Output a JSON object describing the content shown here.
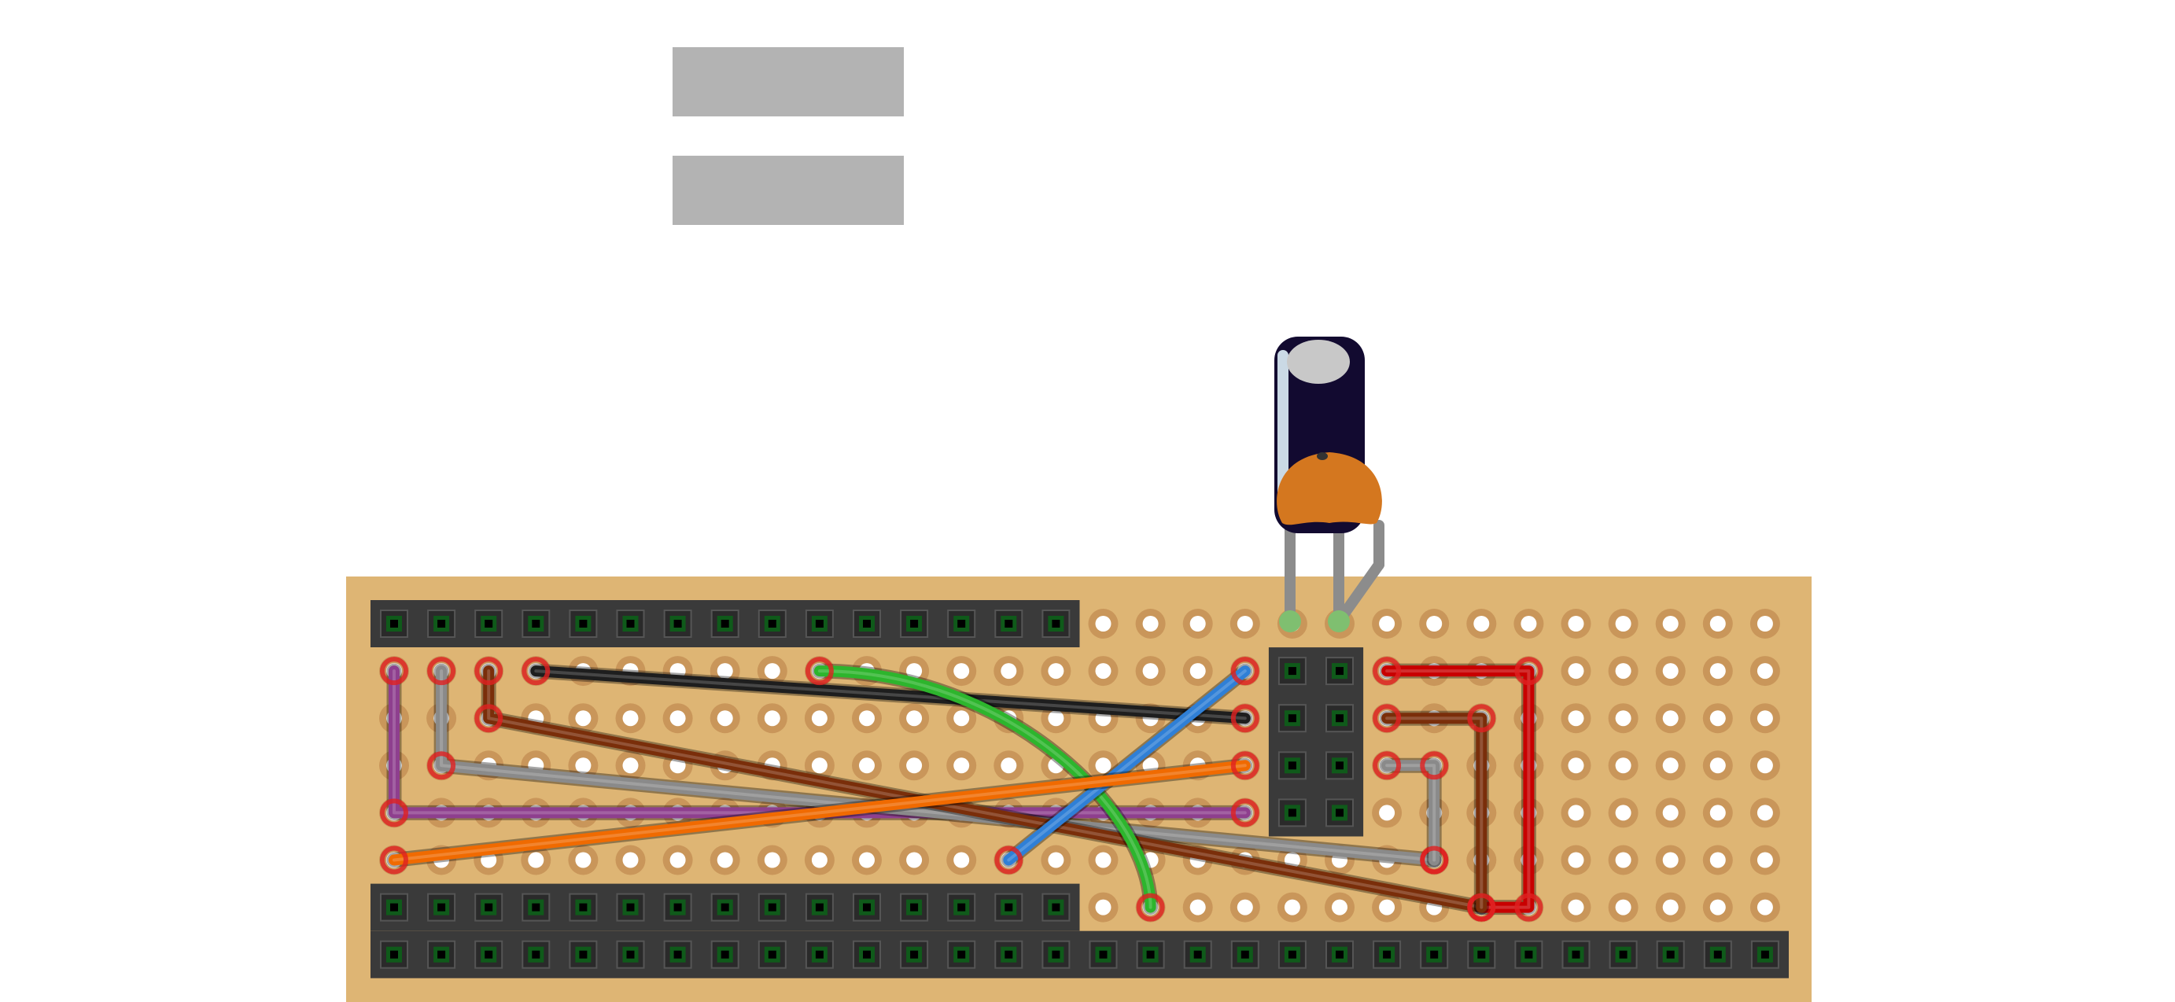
{
  "breadboard": {
    "board_color": "#deb574",
    "strip_color": "#3a3a3a",
    "pad_green": "#0f5a1a",
    "hole_ring_color": "#c9965a"
  },
  "labels": [
    "",
    ""
  ],
  "components": [
    {
      "type": "electrolytic-capacitor",
      "body_color": "#120a30",
      "top_color": "#c8c8c8"
    },
    {
      "type": "ceramic-capacitor",
      "body_color": "#d4771f"
    }
  ],
  "wires": [
    {
      "name": "wire-purple",
      "color": "#8e3f8e"
    },
    {
      "name": "wire-gray-left",
      "color": "#8a8a8a"
    },
    {
      "name": "wire-brown-long",
      "color": "#7a2e0a"
    },
    {
      "name": "wire-black",
      "color": "#1e1e1e"
    },
    {
      "name": "wire-green",
      "color": "#2db52d"
    },
    {
      "name": "wire-blue",
      "color": "#2f7fd6"
    },
    {
      "name": "wire-orange",
      "color": "#f06a00"
    },
    {
      "name": "wire-gray-right",
      "color": "#8a8a8a"
    },
    {
      "name": "wire-red",
      "color": "#c80000"
    },
    {
      "name": "wire-brown-right",
      "color": "#7a2e0a"
    }
  ]
}
